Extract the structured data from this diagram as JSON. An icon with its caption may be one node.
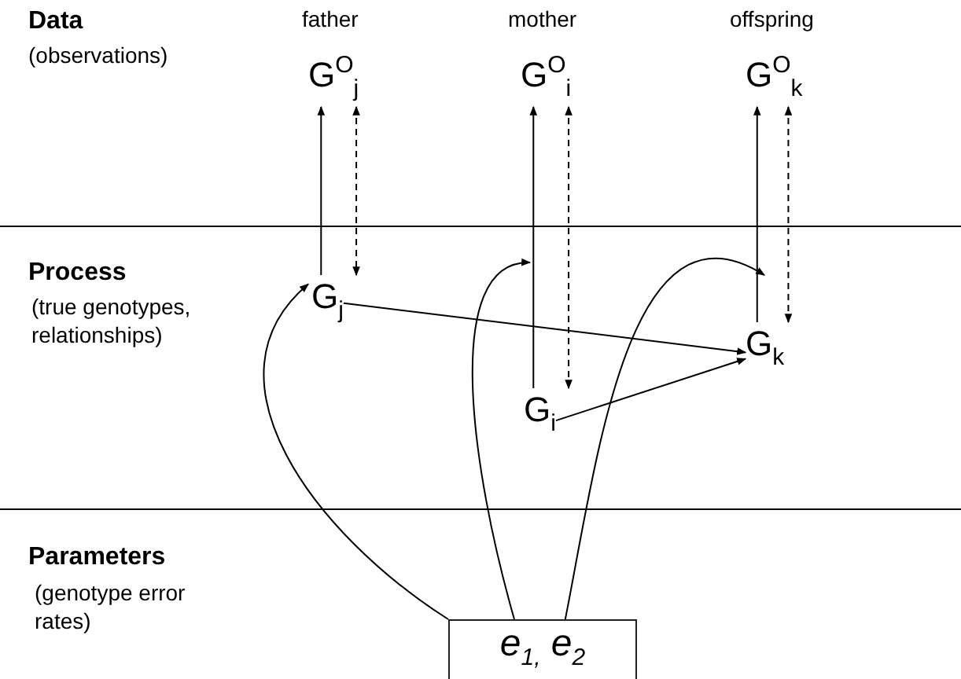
{
  "diagram": {
    "nodes": [
      {
        "text": [
          "G$^{O}$$_{j}$"
        ],
        "beside": [
          "father"
        ]
      },
      {
        "text": [
          "G$^{O}$$_{i}$"
        ],
        "beside": [
          "mother"
        ]
      },
      {
        "text": [
          "G$^{O}$$_{k}$"
        ],
        "beside": [
          "offspring"
        ]
      },
      {
        "text": [
          "G$_{j}$"
        ]
      },
      {
        "text": [
          "G$_{i}$"
        ]
      },
      {
        "text": [
          "G$_{k}$"
        ]
      },
      {
        "text": [
          "*e$_{1,}$ e$_{2}$*"
        ]
      }
    ],
    "edges": [
      {
        "from": 3,
        "to": 0,
        "arrow": "to"
      },
      {
        "from": 0,
        "to": 3,
        "arrow": "both",
        "style": "dashed"
      },
      {
        "from": 4,
        "to": 1,
        "arrow": "to"
      },
      {
        "from": 1,
        "to": 4,
        "arrow": "both",
        "style": "dashed"
      },
      {
        "from": 5,
        "to": 2,
        "arrow": "to"
      },
      {
        "from": 2,
        "to": 5,
        "arrow": "both",
        "style": "dashed"
      },
      {
        "from": 3,
        "to": 5,
        "arrow": "to"
      },
      {
        "from": 4,
        "to": 5,
        "arrow": "to"
      },
      {
        "from": 6,
        "to": 3,
        "arrow": "to"
      },
      {
        "from": 6,
        "to": null,
        "arrow": "to"
      },
      {
        "from": 6,
        "to": null,
        "arrow": "to"
      }
    ],
    "labels": [
      "Data",
      "(observations)",
      "Process",
      "(true genotypes, relationships)",
      "Parameters",
      "(genotype error rates)"
    ]
  }
}
